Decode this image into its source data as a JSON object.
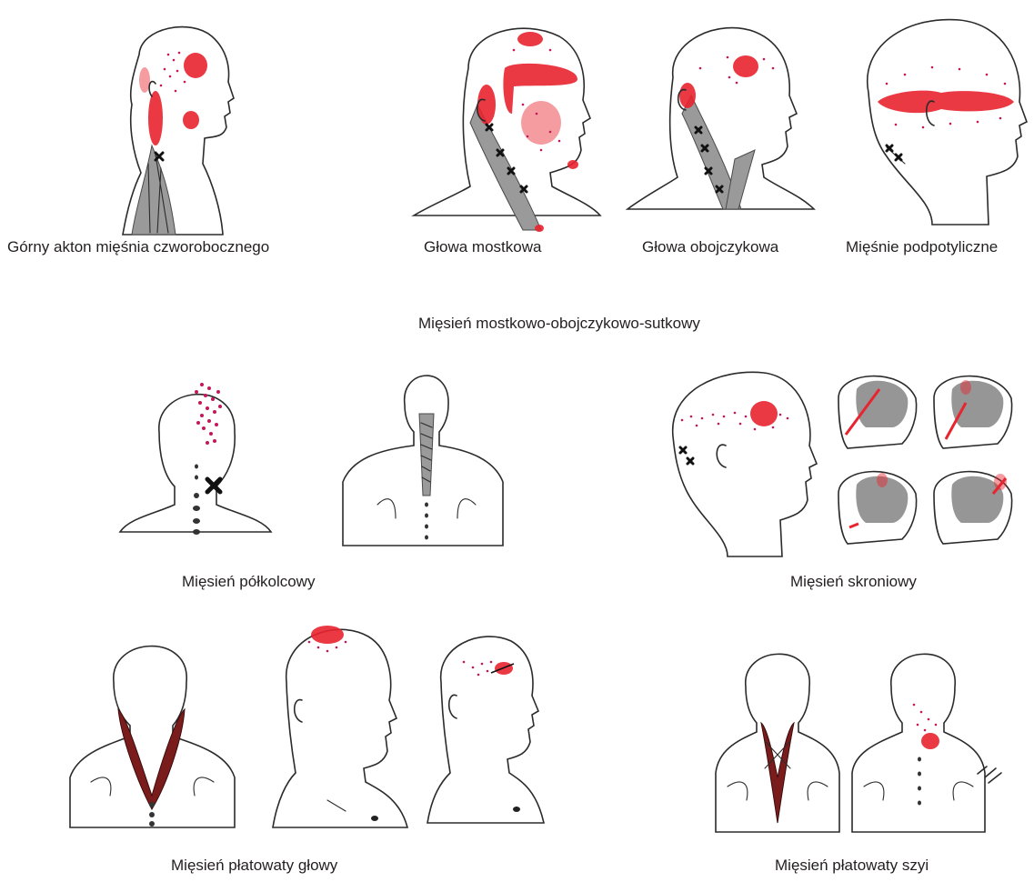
{
  "labels": {
    "upper_trapezius": "Górny akton mięśnia czworobocznego",
    "sternal_head": "Głowa mostkowa",
    "clavicular_head": "Głowa obojczykowa",
    "suboccipital": "Mięśnie podpotyliczne",
    "scm": "Mięsień mostkowo-obojczykowo-sutkowy",
    "semispinalis": "Mięsień półkolcowy",
    "temporalis": "Mięsień skroniowy",
    "splenius_capitis": "Mięsień płatowaty głowy",
    "splenius_cervicis": "Mięsień płatowaty szyi"
  },
  "colors": {
    "pain_zone": "#e8242f",
    "referral_dots": "#c2185b",
    "muscle": "#7a1c1c",
    "outline": "#2b2b2b"
  }
}
